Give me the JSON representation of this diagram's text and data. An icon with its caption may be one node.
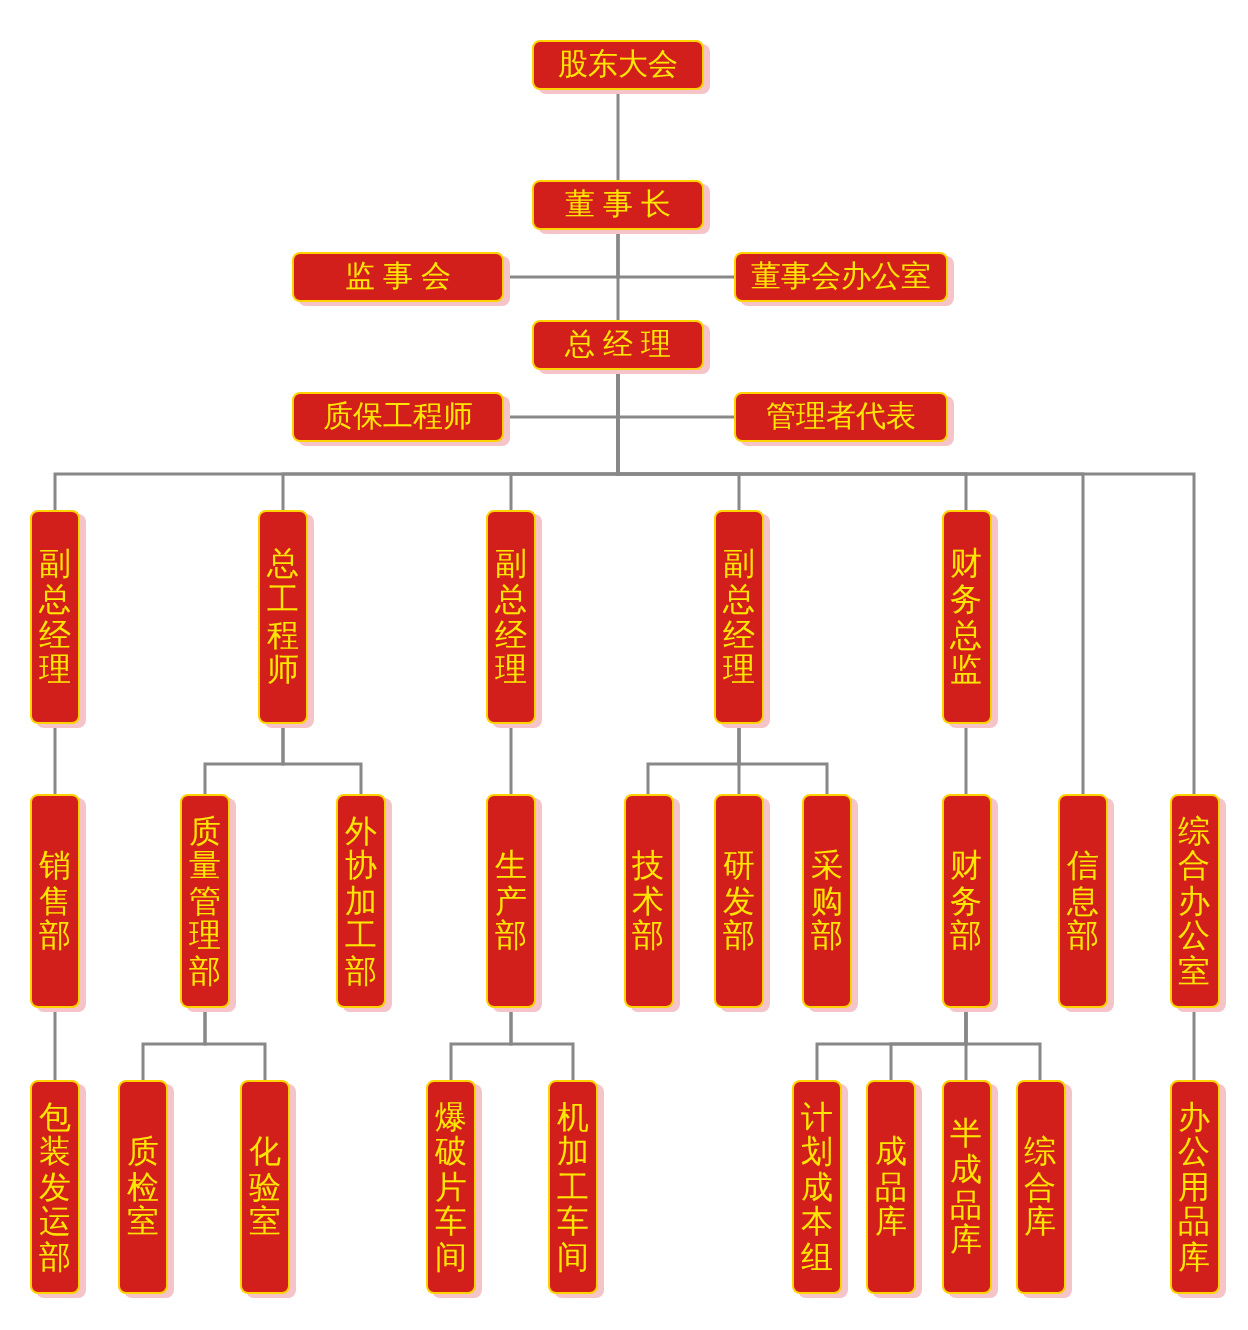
{
  "diagram": {
    "nodes": [
      {
        "text": [
          "股东大会"
        ]
      },
      {
        "text": [
          "董事长"
        ]
      },
      {
        "text": [
          "监事会"
        ]
      },
      {
        "text": [
          "董事会办公室"
        ]
      },
      {
        "text": [
          "总经理"
        ]
      },
      {
        "text": [
          "质保工程师"
        ]
      },
      {
        "text": [
          "管理者代表"
        ]
      },
      {
        "text": [
          "副总经理"
        ]
      },
      {
        "text": [
          "总工程师"
        ]
      },
      {
        "text": [
          "副总经理"
        ]
      },
      {
        "text": [
          "副总经理"
        ]
      },
      {
        "text": [
          "财务总监"
        ]
      },
      {
        "text": [
          "销售部"
        ]
      },
      {
        "text": [
          "质量管理部"
        ]
      },
      {
        "text": [
          "外协加工部"
        ]
      },
      {
        "text": [
          "生产部"
        ]
      },
      {
        "text": [
          "技术部"
        ]
      },
      {
        "text": [
          "研发部"
        ]
      },
      {
        "text": [
          "采购部"
        ]
      },
      {
        "text": [
          "财务部"
        ]
      },
      {
        "text": [
          "信息部"
        ]
      },
      {
        "text": [
          "综合办公室"
        ]
      },
      {
        "text": [
          "包装发运部"
        ]
      },
      {
        "text": [
          "质检室"
        ]
      },
      {
        "text": [
          "化验室"
        ]
      },
      {
        "text": [
          "爆破片车间"
        ]
      },
      {
        "text": [
          "机加工车间"
        ]
      },
      {
        "text": [
          "计划成本组"
        ]
      },
      {
        "text": [
          "成品库"
        ]
      },
      {
        "text": [
          "半成品库"
        ]
      },
      {
        "text": [
          "综合库"
        ]
      },
      {
        "text": [
          "办公用品库"
        ]
      }
    ],
    "edges": [
      {
        "from": 0,
        "to": 1,
        "arrow": "none"
      },
      {
        "from": 1,
        "to": 2,
        "arrow": "none"
      },
      {
        "from": 1,
        "to": 3,
        "arrow": "none"
      },
      {
        "from": 1,
        "to": 4,
        "arrow": "none"
      },
      {
        "from": 4,
        "to": 5,
        "arrow": "none"
      },
      {
        "from": 4,
        "to": 6,
        "arrow": "none"
      },
      {
        "from": 4,
        "to": 7,
        "arrow": "none"
      },
      {
        "from": 4,
        "to": 8,
        "arrow": "none"
      },
      {
        "from": 4,
        "to": 9,
        "arrow": "none"
      },
      {
        "from": 4,
        "to": 10,
        "arrow": "none"
      },
      {
        "from": 4,
        "to": 11,
        "arrow": "none"
      },
      {
        "from": 4,
        "to": 20,
        "arrow": "none"
      },
      {
        "from": 4,
        "to": 21,
        "arrow": "none"
      },
      {
        "from": 7,
        "to": 12,
        "arrow": "none"
      },
      {
        "from": 8,
        "to": 13,
        "arrow": "none"
      },
      {
        "from": 8,
        "to": 14,
        "arrow": "none"
      },
      {
        "from": 9,
        "to": 15,
        "arrow": "none"
      },
      {
        "from": 10,
        "to": 16,
        "arrow": "none"
      },
      {
        "from": 10,
        "to": 17,
        "arrow": "none"
      },
      {
        "from": 10,
        "to": 18,
        "arrow": "none"
      },
      {
        "from": 11,
        "to": 19,
        "arrow": "none"
      },
      {
        "from": 12,
        "to": 22,
        "arrow": "none"
      },
      {
        "from": 13,
        "to": 23,
        "arrow": "none"
      },
      {
        "from": 13,
        "to": 24,
        "arrow": "none"
      },
      {
        "from": 15,
        "to": 25,
        "arrow": "none"
      },
      {
        "from": 15,
        "to": 26,
        "arrow": "none"
      },
      {
        "from": 19,
        "to": 27,
        "arrow": "none"
      },
      {
        "from": 19,
        "to": 28,
        "arrow": "none"
      },
      {
        "from": 19,
        "to": 29,
        "arrow": "none"
      },
      {
        "from": 19,
        "to": 30,
        "arrow": "none"
      },
      {
        "from": 21,
        "to": 31,
        "arrow": "none"
      }
    ]
  }
}
